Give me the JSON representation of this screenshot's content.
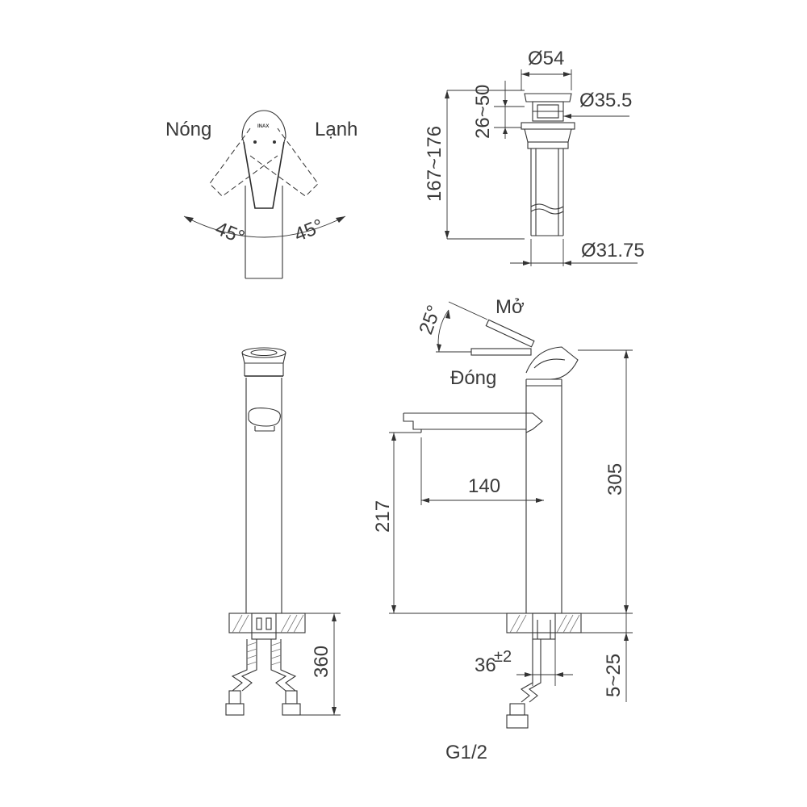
{
  "labels": {
    "hot": "Nóng",
    "cold": "Lạnh",
    "angle_left": "45°",
    "angle_right": "45°",
    "open": "Mở",
    "closed": "Đóng",
    "handle_angle": "25°",
    "thread": "G1/2",
    "brand_mark": "INAX"
  },
  "dimensions": {
    "drain_top_diameter": "Ø54",
    "drain_cap_diameter": "Ø35.5",
    "drain_lift": "26~50",
    "drain_length": "167~176",
    "drain_pipe_diameter": "Ø31.75",
    "spout_reach": "140",
    "spout_height": "217",
    "total_height": "305",
    "hose_length": "360",
    "mount_hole": "36",
    "mount_hole_tolerance": "±2",
    "counter_thickness": "5~25"
  }
}
